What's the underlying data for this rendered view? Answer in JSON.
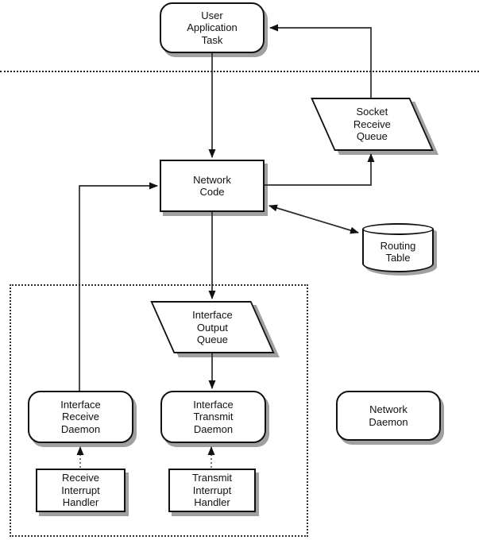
{
  "nodes": {
    "user_app": {
      "label": "User\nApplication\nTask",
      "shape": "rounded-rectangle"
    },
    "socket_queue": {
      "label": "Socket\nReceive\nQueue",
      "shape": "parallelogram"
    },
    "network_code": {
      "label": "Network\nCode",
      "shape": "rectangle"
    },
    "routing_table": {
      "label": "Routing\nTable",
      "shape": "cylinder"
    },
    "iface_out_queue": {
      "label": "Interface\nOutput\nQueue",
      "shape": "parallelogram"
    },
    "iface_rx_daemon": {
      "label": "Interface\nReceive\nDaemon",
      "shape": "rounded-rectangle"
    },
    "iface_tx_daemon": {
      "label": "Interface\nTransmit\nDaemon",
      "shape": "rounded-rectangle"
    },
    "network_daemon": {
      "label": "Network\nDaemon",
      "shape": "rounded-rectangle"
    },
    "rx_intr": {
      "label": "Receive\nInterrupt\nHandler",
      "shape": "rectangle"
    },
    "tx_intr": {
      "label": "Transmit\nInterrupt\nHandler",
      "shape": "rectangle"
    }
  },
  "edges": [
    {
      "from": "user_application_task",
      "to": "network_code",
      "style": "solid",
      "direction": "one-way"
    },
    {
      "from": "socket_receive_queue",
      "to": "user_application_task",
      "style": "solid",
      "direction": "one-way"
    },
    {
      "from": "network_code",
      "to": "socket_receive_queue",
      "style": "solid",
      "direction": "one-way"
    },
    {
      "from": "network_code",
      "to": "routing_table",
      "style": "solid",
      "direction": "two-way"
    },
    {
      "from": "network_code",
      "to": "interface_output_queue",
      "style": "solid",
      "direction": "one-way"
    },
    {
      "from": "interface_output_queue",
      "to": "interface_transmit_daemon",
      "style": "solid",
      "direction": "one-way"
    },
    {
      "from": "interface_receive_daemon",
      "to": "network_code",
      "style": "solid",
      "direction": "one-way"
    },
    {
      "from": "receive_interrupt_handler",
      "to": "interface_receive_daemon",
      "style": "dotted",
      "direction": "one-way"
    },
    {
      "from": "transmit_interrupt_handler",
      "to": "interface_transmit_daemon",
      "style": "dotted",
      "direction": "one-way"
    }
  ],
  "regions": {
    "divider": "user-space / kernel boundary (dotted line)",
    "dashed_box": "interface layer group (dotted rectangle)"
  },
  "colors": {
    "stroke": "#111111",
    "shadow": "#a0a0a0",
    "bg": "#ffffff"
  }
}
